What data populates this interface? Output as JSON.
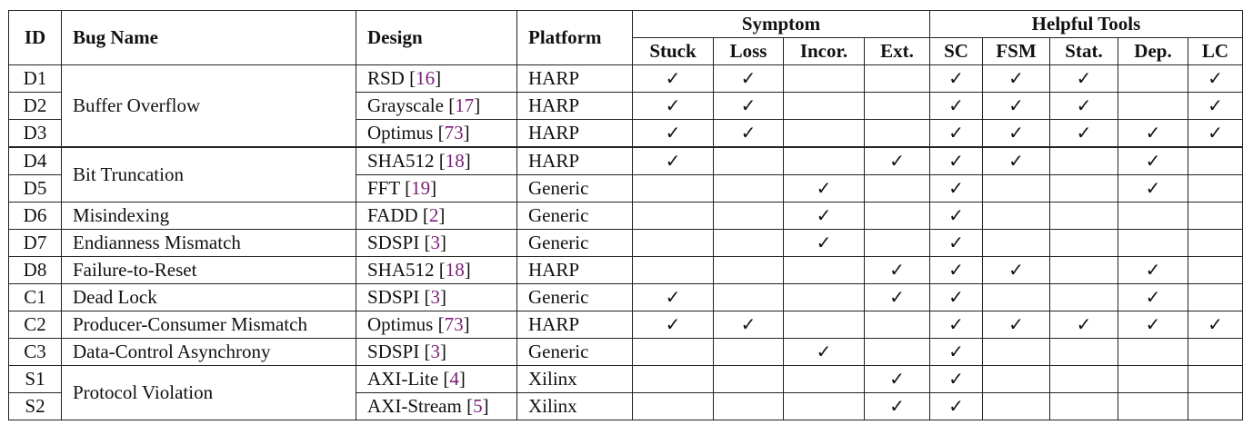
{
  "headers": {
    "id": "ID",
    "bug_name": "Bug Name",
    "design": "Design",
    "platform": "Platform",
    "symptom_group": "Symptom",
    "tools_group": "Helpful Tools",
    "symptom_cols": [
      "Stuck",
      "Loss",
      "Incor.",
      "Ext."
    ],
    "tool_cols": [
      "SC",
      "FSM",
      "Stat.",
      "Dep.",
      "LC"
    ]
  },
  "check_glyph": "✓",
  "bug_names": [
    "Buffer Overflow",
    "Bit Truncation",
    "Misindexing",
    "Endianness Mismatch",
    "Failure-to-Reset",
    "Dead Lock",
    "Producer-Consumer Mismatch",
    "Data-Control Asynchrony",
    "Protocol Violation"
  ],
  "rows": [
    {
      "id": "D1",
      "design": "RSD",
      "ref": "16",
      "platform": "HARP",
      "symptoms": [
        true,
        true,
        false,
        false
      ],
      "tools": [
        true,
        true,
        true,
        false,
        true
      ]
    },
    {
      "id": "D2",
      "design": "Grayscale",
      "ref": "17",
      "platform": "HARP",
      "symptoms": [
        true,
        true,
        false,
        false
      ],
      "tools": [
        true,
        true,
        true,
        false,
        true
      ]
    },
    {
      "id": "D3",
      "design": "Optimus",
      "ref": "73",
      "platform": "HARP",
      "symptoms": [
        true,
        true,
        false,
        false
      ],
      "tools": [
        true,
        true,
        true,
        true,
        true
      ]
    },
    {
      "id": "D4",
      "design": "SHA512",
      "ref": "18",
      "platform": "HARP",
      "symptoms": [
        true,
        false,
        false,
        true
      ],
      "tools": [
        true,
        true,
        false,
        true,
        false
      ]
    },
    {
      "id": "D5",
      "design": "FFT",
      "ref": "19",
      "platform": "Generic",
      "symptoms": [
        false,
        false,
        true,
        false
      ],
      "tools": [
        true,
        false,
        false,
        true,
        false
      ]
    },
    {
      "id": "D6",
      "design": "FADD",
      "ref": "2",
      "platform": "Generic",
      "symptoms": [
        false,
        false,
        true,
        false
      ],
      "tools": [
        true,
        false,
        false,
        false,
        false
      ]
    },
    {
      "id": "D7",
      "design": "SDSPI",
      "ref": "3",
      "platform": "Generic",
      "symptoms": [
        false,
        false,
        true,
        false
      ],
      "tools": [
        true,
        false,
        false,
        false,
        false
      ]
    },
    {
      "id": "D8",
      "design": "SHA512",
      "ref": "18",
      "platform": "HARP",
      "symptoms": [
        false,
        false,
        false,
        true
      ],
      "tools": [
        true,
        true,
        false,
        true,
        false
      ]
    },
    {
      "id": "C1",
      "design": "SDSPI",
      "ref": "3",
      "platform": "Generic",
      "symptoms": [
        true,
        false,
        false,
        true
      ],
      "tools": [
        true,
        false,
        false,
        true,
        false
      ]
    },
    {
      "id": "C2",
      "design": "Optimus",
      "ref": "73",
      "platform": "HARP",
      "symptoms": [
        true,
        true,
        false,
        false
      ],
      "tools": [
        true,
        true,
        true,
        true,
        true
      ]
    },
    {
      "id": "C3",
      "design": "SDSPI",
      "ref": "3",
      "platform": "Generic",
      "symptoms": [
        false,
        false,
        true,
        false
      ],
      "tools": [
        true,
        false,
        false,
        false,
        false
      ]
    },
    {
      "id": "S1",
      "design": "AXI-Lite",
      "ref": "4",
      "platform": "Xilinx",
      "symptoms": [
        false,
        false,
        false,
        true
      ],
      "tools": [
        true,
        false,
        false,
        false,
        false
      ]
    },
    {
      "id": "S2",
      "design": "AXI-Stream",
      "ref": "5",
      "platform": "Xilinx",
      "symptoms": [
        false,
        false,
        false,
        true
      ],
      "tools": [
        true,
        false,
        false,
        false,
        false
      ]
    }
  ]
}
